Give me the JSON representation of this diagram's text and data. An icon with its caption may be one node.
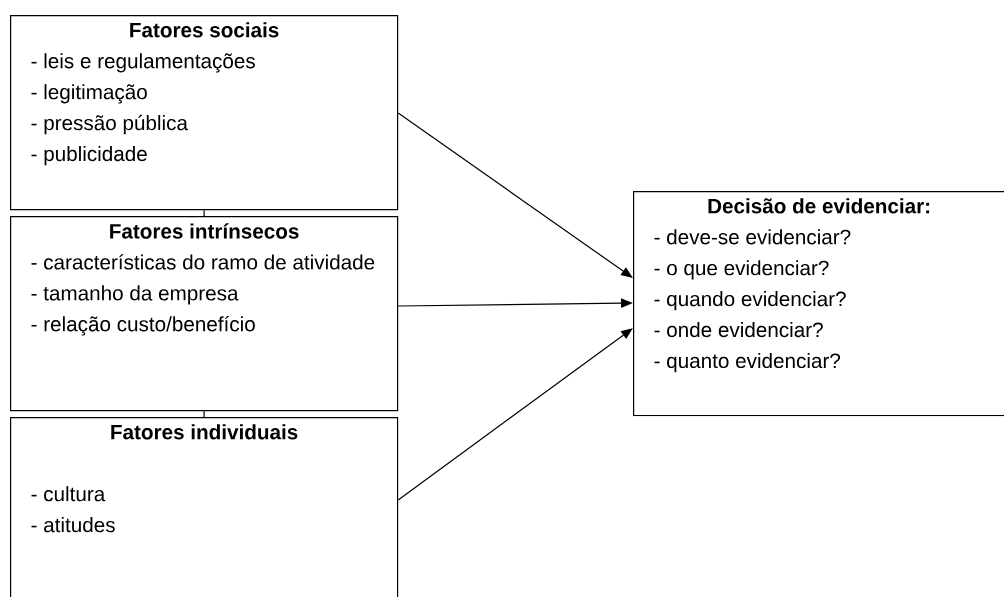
{
  "diagram": {
    "nodes": [
      {
        "text": [
          "Fatores sociais",
          "- leis e regulamentações",
          "- legitimação",
          "- pressão pública",
          "- publicidade"
        ]
      },
      {
        "text": [
          "Fatores intrínsecos",
          "- características do ramo de atividade",
          "- tamanho da empresa",
          "- relação custo/benefício"
        ]
      },
      {
        "text": [
          "Fatores individuais",
          "- cultura",
          "- atitudes"
        ]
      },
      {
        "text": [
          "Decisão de evidenciar:",
          "- deve-se evidenciar?",
          "- o que evidenciar?",
          "- quando evidenciar?",
          "- onde evidenciar?",
          "- quanto evidenciar?"
        ]
      }
    ],
    "edges": [
      {
        "from": 0,
        "to": 1,
        "arrow": "none"
      },
      {
        "from": 1,
        "to": 2,
        "arrow": "none"
      },
      {
        "from": 0,
        "to": 3,
        "arrow": "to"
      },
      {
        "from": 1,
        "to": 3,
        "arrow": "to"
      },
      {
        "from": 2,
        "to": 3,
        "arrow": "to"
      }
    ]
  }
}
